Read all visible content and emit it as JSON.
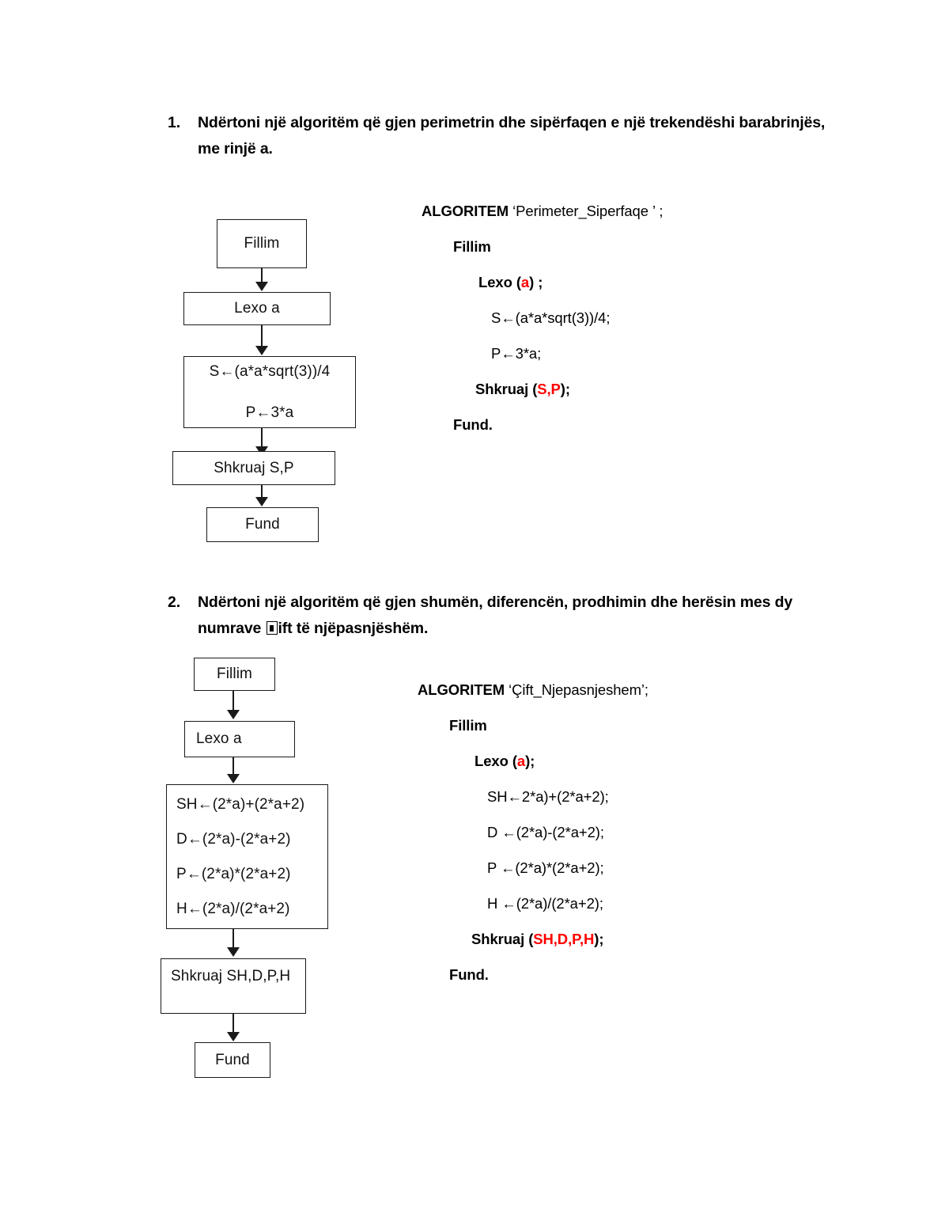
{
  "document": {
    "page_background": "#ffffff",
    "accent_red": "#ff0000",
    "line_color": "#1a1a1a"
  },
  "questions": [
    {
      "number": "1.",
      "text_part_a": "Ndërtoni një algoritëm që gjen perimetrin dhe sipërfaqen e një trekendëshi barabrinjës, me rinjë a.",
      "tofu": false
    },
    {
      "number": "2.",
      "text_part_a": "Ndërtoni një algoritëm që gjen shumën, diferencën, prodhimin dhe herësin mes dy numrave ",
      "text_part_b": "ift të njëpasnjëshëm.",
      "tofu": true
    }
  ],
  "flowchart_1": {
    "boxes": [
      {
        "name": "start",
        "label": "Fillim",
        "lines": [
          "Fillim"
        ]
      },
      {
        "name": "input",
        "label": "Lexo a",
        "lines": [
          "Lexo a"
        ]
      },
      {
        "name": "process",
        "label": "S<-(a*a*sqrt(3))/4 ; P<-3*a",
        "lines": [
          "S←(a*a*sqrt(3))/4",
          "P←3*a"
        ]
      },
      {
        "name": "output",
        "label": "Shkruaj S,P",
        "lines": [
          "Shkruaj S,P"
        ]
      },
      {
        "name": "end",
        "label": "Fund",
        "lines": [
          "Fund"
        ]
      }
    ]
  },
  "flowchart_2": {
    "boxes": [
      {
        "name": "start",
        "label": "Fillim",
        "lines": [
          "Fillim"
        ]
      },
      {
        "name": "input",
        "label": "Lexo a",
        "lines": [
          "Lexo a"
        ]
      },
      {
        "name": "process",
        "label": "SH,D,P,H assignments",
        "lines": [
          "SH←(2*a)+(2*a+2)",
          "D←(2*a)-(2*a+2)",
          "P←(2*a)*(2*a+2)",
          "H←(2*a)/(2*a+2)"
        ]
      },
      {
        "name": "output",
        "label": "Shkruaj SH,D,P,H",
        "lines": [
          "Shkruaj SH,D,P,H"
        ]
      },
      {
        "name": "end",
        "label": "Fund",
        "lines": [
          "Fund"
        ]
      }
    ]
  },
  "pseudocode_1": {
    "title_keyword": "ALGORITEM",
    "title_name": "‘Perimeter_Siperfaqe ’ ;",
    "begin": "Fillim",
    "read_keyword": "Lexo (",
    "read_var": "a",
    "read_tail": ") ;",
    "assign_1": "S←(a*a*sqrt(3))/4;",
    "assign_2": "P←3*a;",
    "write_keyword": "Shkruaj (",
    "write_vars": "S,P",
    "write_tail": ");",
    "end": "Fund."
  },
  "pseudocode_2": {
    "title_keyword": "ALGORITEM",
    "title_name": "‘Çift_Njepasnjeshem’;",
    "begin": "Fillim",
    "read_keyword": "Lexo (",
    "read_var": "a",
    "read_tail": ");",
    "assign_1": "SH←2*a)+(2*a+2);",
    "assign_2": "D ←(2*a)-(2*a+2);",
    "assign_3": "P ←(2*a)*(2*a+2);",
    "assign_4": "H ←(2*a)/(2*a+2);",
    "write_keyword": "Shkruaj (",
    "write_vars": "SH,D,P,H",
    "write_tail": ");",
    "end": "Fund."
  }
}
